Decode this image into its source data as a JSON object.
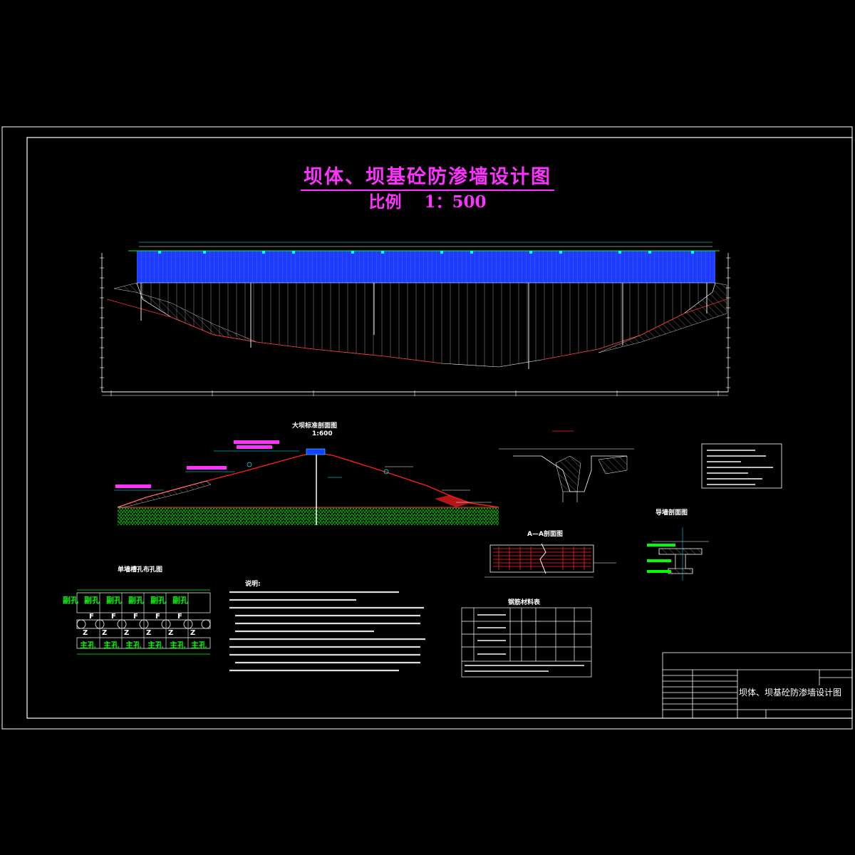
{
  "drawing": {
    "title": "坝体、坝基砼防渗墙设计图",
    "scale_text": "比例    1：500"
  },
  "standard_section": {
    "title": "大坝标准剖面图",
    "scale": "1:600"
  },
  "hole_layout": {
    "title": "单墙槽孔布孔图",
    "secondary_label": "副孔",
    "primary_label": "主孔",
    "f_mark": "F",
    "z_mark": "Z"
  },
  "notes_title": "说明:",
  "material_table_title": "钢筋材料表",
  "section_aa_title": "A—A剖面图",
  "guide_wall_title": "导墙剖面图",
  "title_block": {
    "drawing_name": "坝体、坝基砼防渗墙设计图"
  },
  "colors": {
    "background": "#000000",
    "frame": "#ffffff",
    "title": "#ff33ff",
    "wall": "#1e3cff",
    "hatch": "#00ff00",
    "red": "#ff2020",
    "cyan": "#00ffff",
    "yellow": "#ffff00"
  }
}
